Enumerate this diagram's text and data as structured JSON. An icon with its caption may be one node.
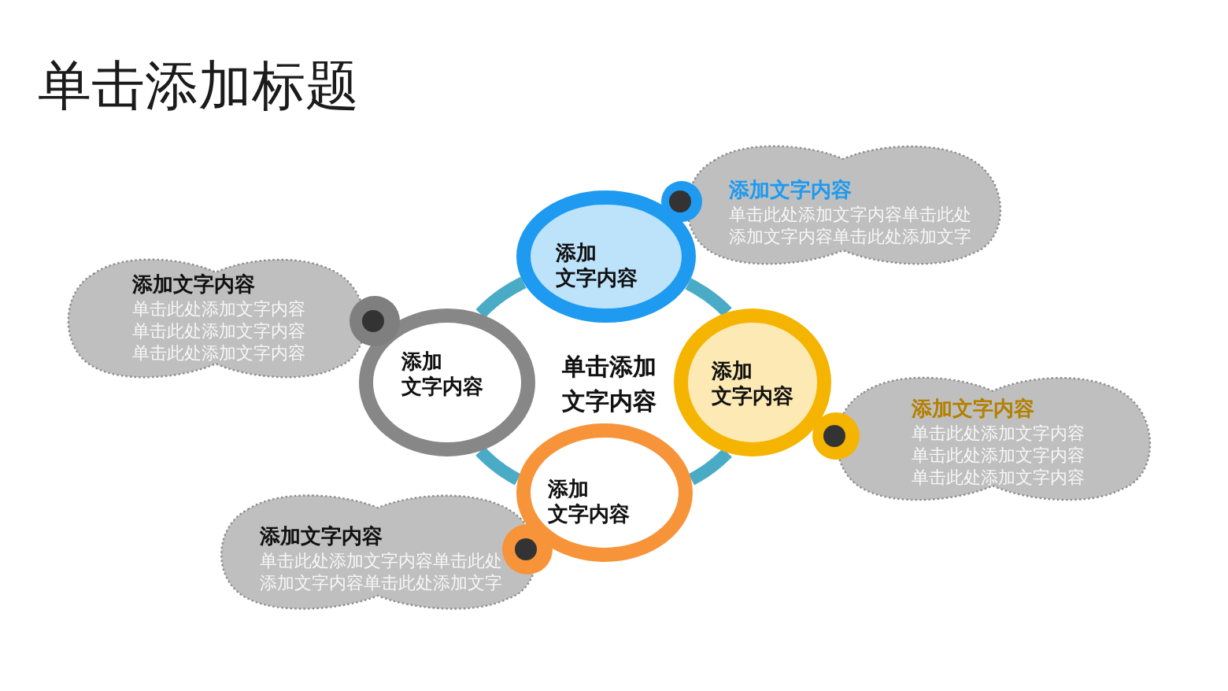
{
  "diagram": {
    "title": "单击添加标题",
    "nodes": [
      {
        "text": [
          "添加文字内容",
          "单击此处添加文字内容单击此处添加文字内容单击此处添加文字"
        ]
      },
      {
        "text": [
          "添加文字内容"
        ]
      },
      {
        "text": [
          "添加文字内容",
          "单击此处添加文字内容单击此处添加文字内容单击此处添加文字内容"
        ]
      },
      {
        "text": [
          "添加文字内容"
        ]
      },
      {
        "text": [
          "添加文字内容"
        ]
      },
      {
        "text": [
          "添加文字内容",
          "单击此处添加文字内容单击此处添加文字内容单击此处添加文字内容"
        ]
      },
      {
        "text": [
          "添加文字内容"
        ]
      },
      {
        "text": [
          "添加文字内容",
          "单击此处添加文字内容单击此处添加文字内容单击此处添加文字"
        ]
      }
    ],
    "edges": [
      {
        "from": 3,
        "to": 1,
        "arrow": "none"
      },
      {
        "from": 1,
        "to": 4,
        "arrow": "none"
      },
      {
        "from": 4,
        "to": 6,
        "arrow": "none"
      },
      {
        "from": 6,
        "to": 3,
        "arrow": "none"
      }
    ],
    "labels": [
      "单击添加文字内容"
    ]
  }
}
